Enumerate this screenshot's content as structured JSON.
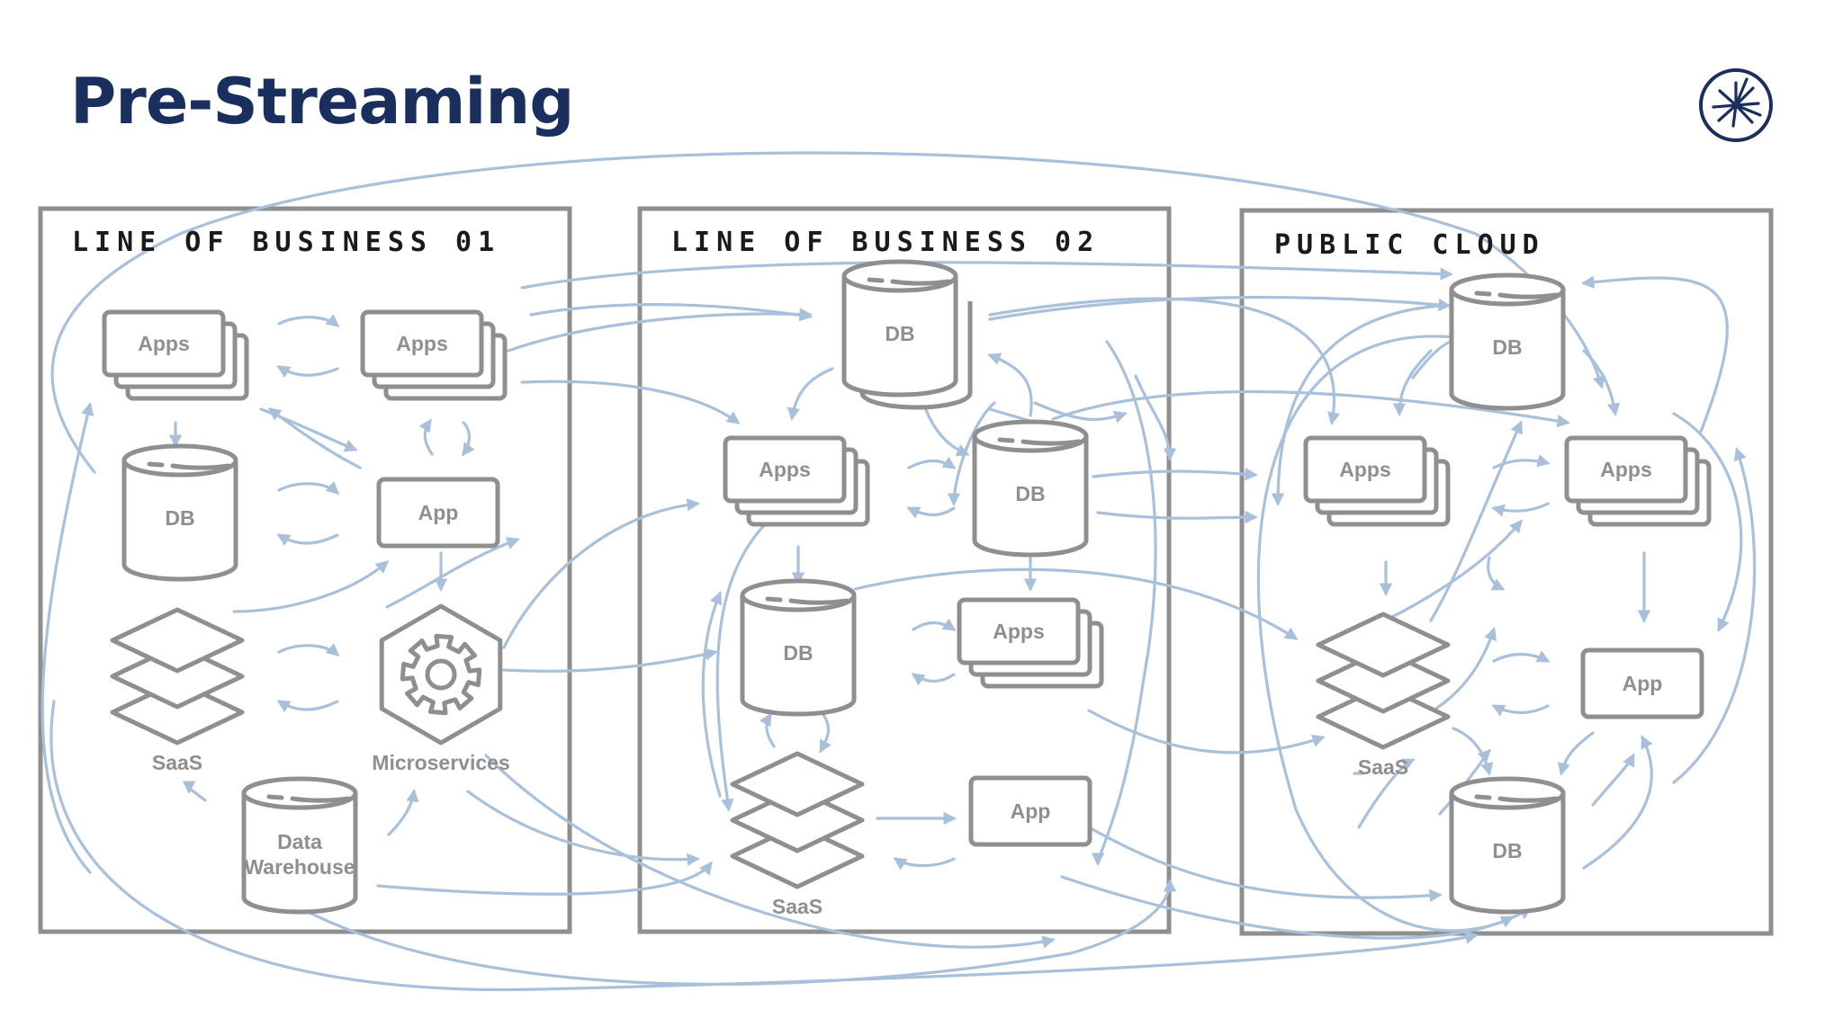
{
  "title": "Pre-Streaming",
  "colors": {
    "title": "#1b2f5e",
    "node": "#8f8f8f",
    "edge": "#a9c0db",
    "lane_border": "#8f8f8f",
    "logo": "#1b2f5e"
  },
  "logo_icon": "starburst-logo-icon",
  "lanes": [
    {
      "id": "lob1",
      "title": "LINE OF BUSINESS 01",
      "nodes": [
        {
          "id": "lob1-apps-a",
          "kind": "apps",
          "label": "Apps"
        },
        {
          "id": "lob1-apps-b",
          "kind": "apps",
          "label": "Apps"
        },
        {
          "id": "lob1-db",
          "kind": "db",
          "label": "DB"
        },
        {
          "id": "lob1-app",
          "kind": "app",
          "label": "App"
        },
        {
          "id": "lob1-saas",
          "kind": "saas",
          "label": "SaaS"
        },
        {
          "id": "lob1-ms",
          "kind": "microservices",
          "label": "Microservices"
        },
        {
          "id": "lob1-dw",
          "kind": "db",
          "label": [
            "Data",
            "Warehouse"
          ]
        }
      ]
    },
    {
      "id": "lob2",
      "title": "LINE OF BUSINESS 02",
      "nodes": [
        {
          "id": "lob2-db-top",
          "kind": "db",
          "label": "DB"
        },
        {
          "id": "lob2-apps-a",
          "kind": "apps",
          "label": "Apps"
        },
        {
          "id": "lob2-db-mid",
          "kind": "db",
          "label": "DB"
        },
        {
          "id": "lob2-db-left",
          "kind": "db",
          "label": "DB"
        },
        {
          "id": "lob2-apps-b",
          "kind": "apps",
          "label": "Apps"
        },
        {
          "id": "lob2-saas",
          "kind": "saas",
          "label": "SaaS"
        },
        {
          "id": "lob2-app",
          "kind": "app",
          "label": "App"
        }
      ]
    },
    {
      "id": "cloud",
      "title": "PUBLIC CLOUD",
      "nodes": [
        {
          "id": "cloud-db-top",
          "kind": "db",
          "label": "DB"
        },
        {
          "id": "cloud-apps-a",
          "kind": "apps",
          "label": "Apps"
        },
        {
          "id": "cloud-apps-b",
          "kind": "apps",
          "label": "Apps"
        },
        {
          "id": "cloud-saas",
          "kind": "saas",
          "label": "SaaS"
        },
        {
          "id": "cloud-app",
          "kind": "app",
          "label": "App"
        },
        {
          "id": "cloud-db-bottom",
          "kind": "db",
          "label": "DB"
        }
      ]
    }
  ]
}
